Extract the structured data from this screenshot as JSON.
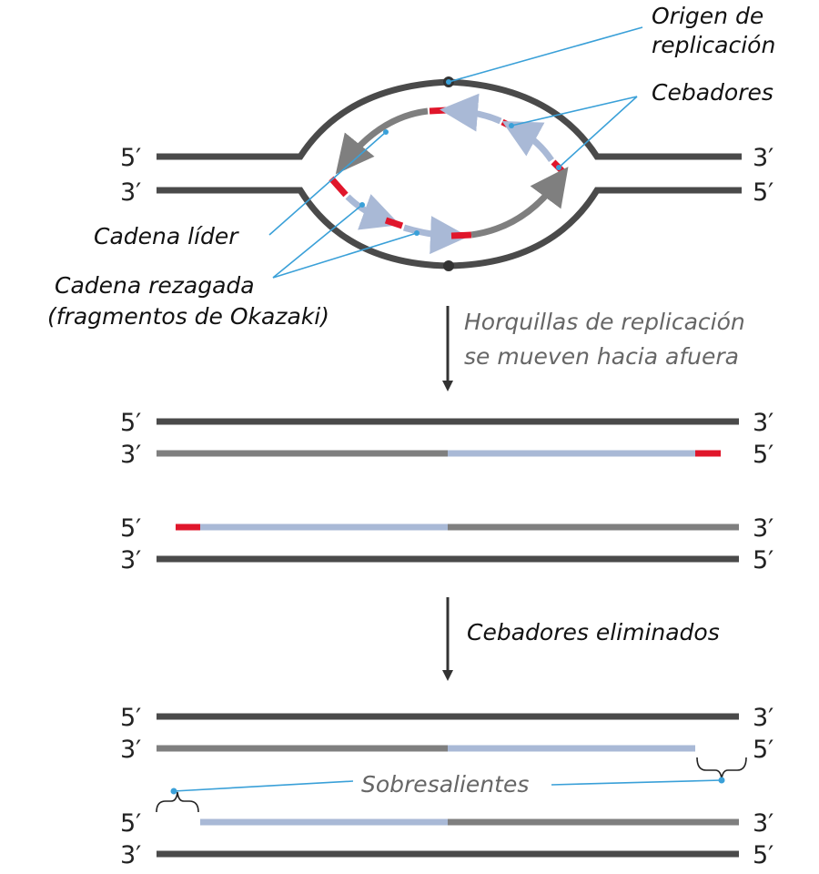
{
  "labels": {
    "origin_line1": "Origen de",
    "origin_line2": "replicación",
    "primers": "Cebadores",
    "leading": "Cadena líder",
    "lagging_line1": "Cadena rezagada",
    "lagging_line2": "(fragmentos de Okazaki)",
    "step1_line1": "Horquillas de replicación",
    "step1_line2": "se mueven hacia afuera",
    "step2": "Cebadores eliminados",
    "overhangs": "Sobresalientes"
  },
  "ends": {
    "five": "5′",
    "three": "3′"
  },
  "colors": {
    "parent_strand": "#4a4a4a",
    "new_strand": "#7f7f7f",
    "okazaki_fragment": "#a9b9d6",
    "primer": "#e0162b",
    "pointer": "#3aa0d8"
  }
}
